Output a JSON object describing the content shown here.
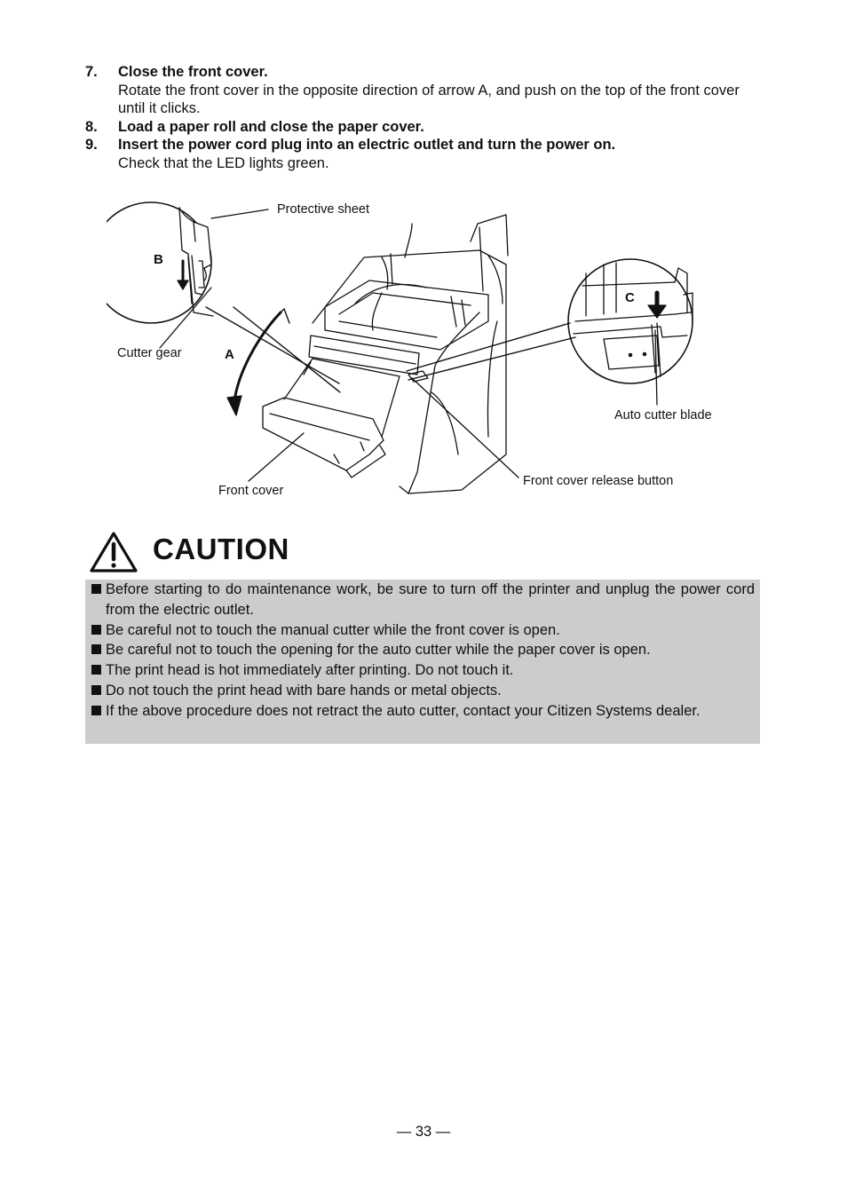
{
  "steps": [
    {
      "num": "7.",
      "head": "Close the front cover.",
      "body": "Rotate the front cover in the opposite direction of arrow A, and push on the top of the front cover until it clicks."
    },
    {
      "num": "8.",
      "head": "Load a paper roll and close the paper cover.",
      "body": ""
    },
    {
      "num": "9.",
      "head": "Insert the power cord plug into an electric outlet and turn the power on.",
      "body": "Check that the LED lights green."
    }
  ],
  "figure": {
    "labels": {
      "protective_sheet": "Protective sheet",
      "cutter_gear": "Cutter gear",
      "front_cover": "Front cover",
      "front_cover_release_button": "Front cover release button",
      "auto_cutter_blade": "Auto cutter blade",
      "letter_a": "A",
      "letter_b": "B",
      "letter_c": "C"
    }
  },
  "caution": {
    "icon": "warning-triangle-icon",
    "title": "CAUTION",
    "items": [
      "Before starting to do maintenance work, be sure to turn off the printer and unplug the power cord from the electric outlet.",
      "Be careful not to touch the manual cutter while the front cover is open.",
      "Be careful not to touch the opening for the auto cutter while the paper cover is open.",
      "The print head is hot immediately after printing. Do not touch it.",
      "Do not touch the print head with bare hands or metal objects.",
      "If the above procedure does not retract the auto cutter, contact your Citizen Systems dealer."
    ],
    "background": "#cccccc"
  },
  "page_number": "— 33 —"
}
